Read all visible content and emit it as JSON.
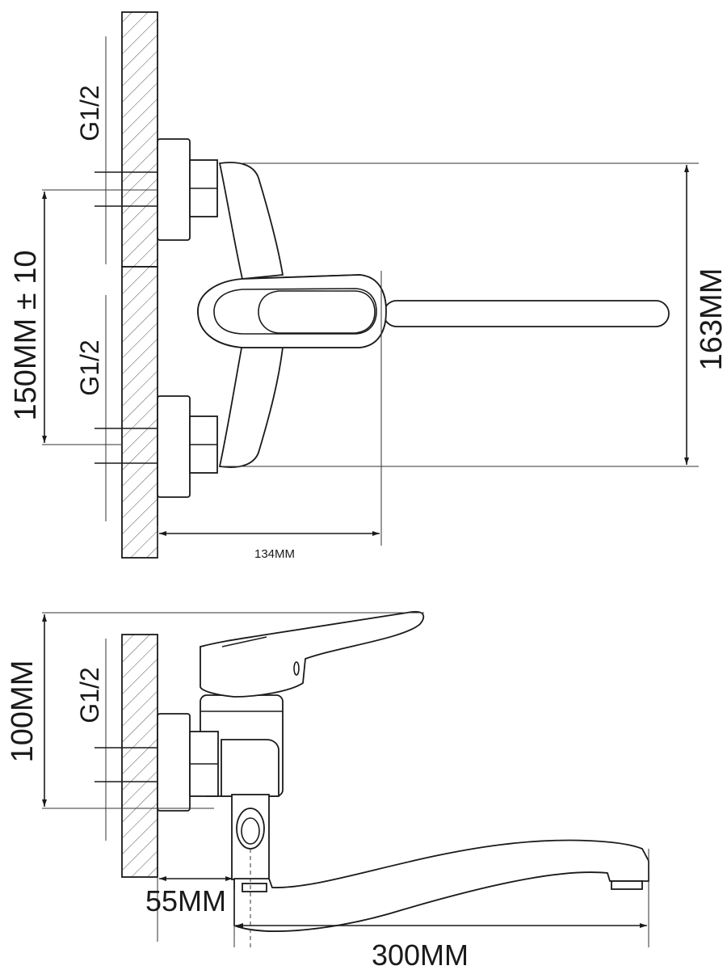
{
  "top_view": {
    "thread_upper": "G1/2",
    "thread_lower": "G1/2",
    "inlet_spacing": "150MM ± 10",
    "height": "163MM",
    "depth": "134MM"
  },
  "side_view": {
    "thread": "G1/2",
    "height": "100MM",
    "wall_offset": "55MM",
    "spout_reach": "300MM"
  },
  "colors": {
    "line": "#1a1a1a",
    "background": "#ffffff"
  }
}
